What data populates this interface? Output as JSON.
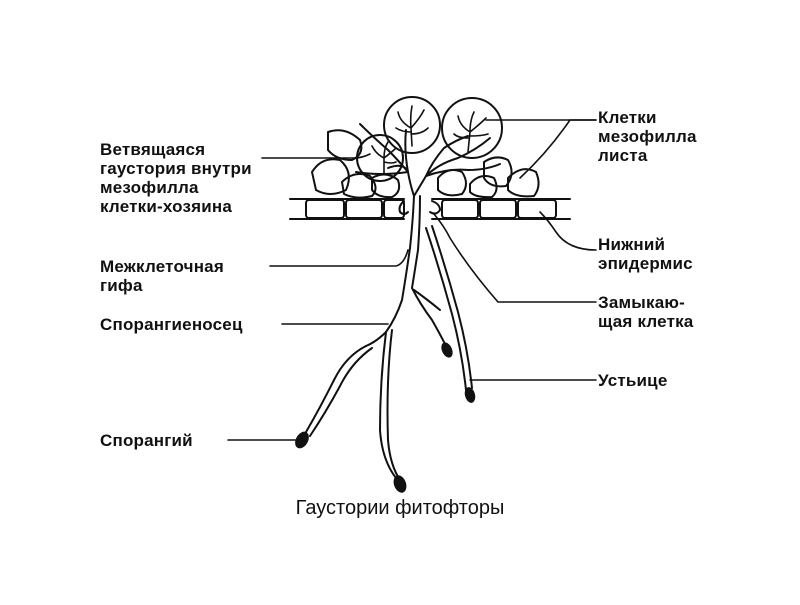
{
  "labels": {
    "branching_haustorium": [
      "Ветвящаяся",
      "гаустория внутри",
      "мезофилла",
      "клетки-хозяина"
    ],
    "intercellular_hypha": [
      "Межклеточная",
      "гифа"
    ],
    "sporangiophore": "Спорангиеносец",
    "sporangium": "Спорангий",
    "mesophyll_cells": [
      "Клетки",
      "мезофилла",
      "листа"
    ],
    "lower_epidermis": [
      "Нижний",
      "эпидермис"
    ],
    "guard_cell": [
      "Замыкаю-",
      "щая клетка"
    ],
    "stoma": "Устьице"
  },
  "caption": "Гаустории фитофторы"
}
